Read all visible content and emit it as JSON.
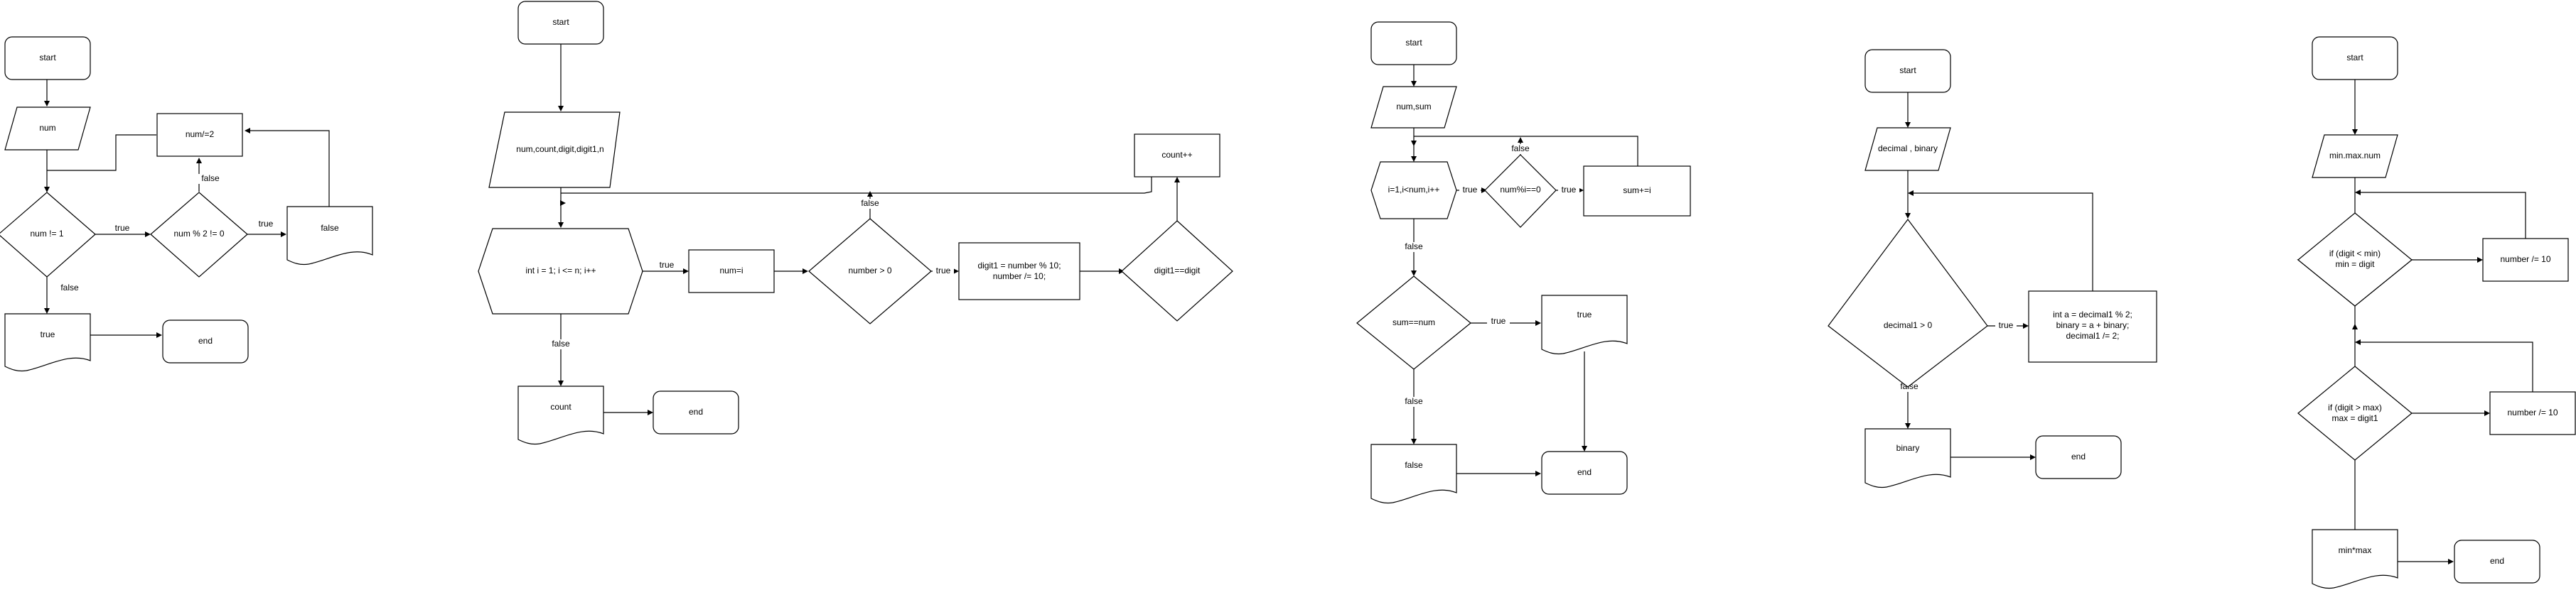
{
  "diagrams": {
    "d1": {
      "start": "start",
      "input": "num",
      "div2": "num/=2",
      "cond1": "num != 1",
      "cond2": "num % 2 != 0",
      "out_false": "false",
      "out_true": "true",
      "end": "end",
      "edge_true_1": "true",
      "edge_false_1": "false",
      "edge_false_2": "false",
      "edge_true_2": "true"
    },
    "d2": {
      "start": "start",
      "input": "num,count,digit,digit1,n",
      "loop": "int i = 1; i <= n; i++",
      "assign": "num=i",
      "cond": "number > 0",
      "calc_line1": "digit1 = number % 10;",
      "calc_line2": "number /= 10;",
      "cond2": "digit1==digit",
      "inc": "count++",
      "output": "count",
      "end": "end",
      "edge_true_1": "true",
      "edge_true_2": "true",
      "edge_false_1": "false",
      "edge_false_2": "false"
    },
    "d3": {
      "start": "start",
      "input": "num,sum",
      "loop": "i=1,i<num,i++",
      "cond1": "num%i==0",
      "sum": "sum+=i",
      "cond2": "sum==num",
      "out_true": "true",
      "out_false": "false",
      "end": "end",
      "edge_true_1": "true",
      "edge_false_1": "false",
      "edge_false_2": "false",
      "edge_true_2": "true",
      "edge_false_3": "false"
    },
    "d4": {
      "start": "start",
      "input": "decimal , binary",
      "cond": "decimal1 > 0",
      "calc_line1": "int a = decimal1 % 2;",
      "calc_line2": "binary = a + binary;",
      "calc_line3": "decimal1 /= 2;",
      "output": "binary",
      "end": "end",
      "edge_true": "true",
      "edge_false": "false"
    },
    "d5": {
      "start": "start",
      "input": "min.max.num",
      "cond1_line1": "if (digit < min)",
      "cond1_line2": "min = digit",
      "op1": "number /= 10",
      "cond2_line1": "if (digit > max)",
      "cond2_line2": "max = digit1",
      "op2": "number /= 10",
      "output": "min*max",
      "end": "end"
    }
  }
}
